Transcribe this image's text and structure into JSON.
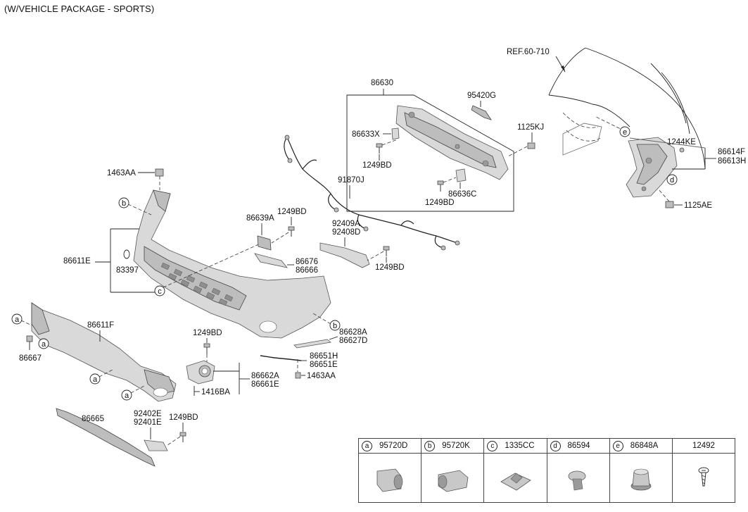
{
  "header": {
    "note": "(W/VEHICLE PACKAGE - SPORTS)"
  },
  "reference": {
    "label": "REF.60-710"
  },
  "part_labels": {
    "p86630": "86630",
    "p95420G": "95420G",
    "p86633X": "86633X",
    "p1125KJ": "1125KJ",
    "p1249BD_a": "1249BD",
    "p86636C": "86636C",
    "p1249BD_b": "1249BD",
    "p1244KE": "1244KE",
    "p86614F": "86614F",
    "p86613H": "86613H",
    "p1125AE": "1125AE",
    "p1463AA_top": "1463AA",
    "p91870J": "91870J",
    "p86639A": "86639A",
    "p1249BD_c": "1249BD",
    "p92409A": "92409A",
    "p92408D": "92408D",
    "p86611E": "86611E",
    "p83397": "83397",
    "p86676": "86676",
    "p86666": "86666",
    "p1249BD_d": "1249BD",
    "p86611F": "86611F",
    "p86667": "86667",
    "p1249BD_e": "1249BD",
    "p86628A": "86628A",
    "p86627D": "86627D",
    "p86651H": "86651H",
    "p86651E": "86651E",
    "p86662A": "86662A",
    "p86661E": "86661E",
    "p1463AA_bot": "1463AA",
    "p1416BA": "1416BA",
    "p86665": "86665",
    "p92402E": "92402E",
    "p92401E": "92401E",
    "p1249BD_f": "1249BD"
  },
  "callout_letters": {
    "a": "a",
    "b": "b",
    "c": "c",
    "d": "d",
    "e": "e"
  },
  "legend": [
    {
      "letter": "a",
      "code": "95720D",
      "icon": "sensor-icon"
    },
    {
      "letter": "b",
      "code": "95720K",
      "icon": "sensor-icon"
    },
    {
      "letter": "c",
      "code": "1335CC",
      "icon": "clip-nut-icon"
    },
    {
      "letter": "d",
      "code": "86594",
      "icon": "push-clip-icon"
    },
    {
      "letter": "e",
      "code": "86848A",
      "icon": "grommet-icon"
    },
    {
      "letter": "",
      "code": "12492",
      "icon": "screw-icon"
    }
  ]
}
